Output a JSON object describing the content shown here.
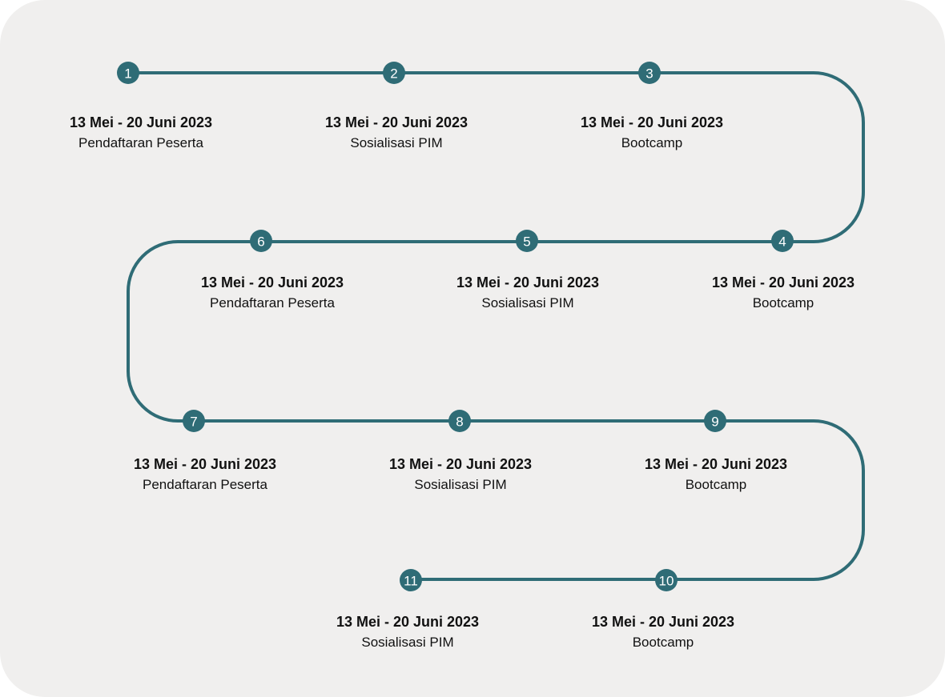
{
  "colors": {
    "background": "#f0efee",
    "track": "#2f6c76",
    "node_text": "#ffffff",
    "label_text": "#111111"
  },
  "milestones": [
    {
      "number": "1",
      "date": "13 Mei - 20 Juni 2023",
      "title": "Pendaftaran Peserta"
    },
    {
      "number": "2",
      "date": "13 Mei - 20 Juni 2023",
      "title": "Sosialisasi PIM"
    },
    {
      "number": "3",
      "date": "13 Mei - 20 Juni 2023",
      "title": "Bootcamp"
    },
    {
      "number": "4",
      "date": "13 Mei - 20 Juni 2023",
      "title": "Bootcamp"
    },
    {
      "number": "5",
      "date": "13 Mei - 20 Juni 2023",
      "title": "Sosialisasi PIM"
    },
    {
      "number": "6",
      "date": "13 Mei - 20 Juni 2023",
      "title": "Pendaftaran Peserta"
    },
    {
      "number": "7",
      "date": "13 Mei - 20 Juni 2023",
      "title": "Pendaftaran Peserta"
    },
    {
      "number": "8",
      "date": "13 Mei - 20 Juni 2023",
      "title": "Sosialisasi PIM"
    },
    {
      "number": "9",
      "date": "13 Mei - 20 Juni 2023",
      "title": "Bootcamp"
    },
    {
      "number": "10",
      "date": "13 Mei - 20 Juni 2023",
      "title": "Bootcamp"
    },
    {
      "number": "11",
      "date": "13 Mei - 20 Juni 2023",
      "title": "Sosialisasi PIM"
    }
  ]
}
